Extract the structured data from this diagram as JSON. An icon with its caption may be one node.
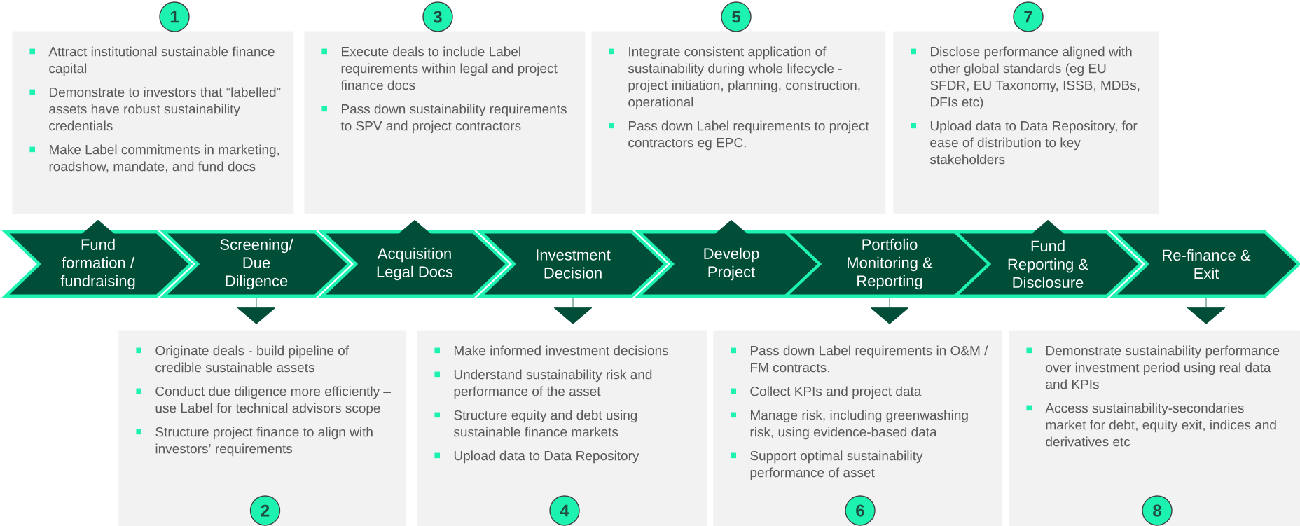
{
  "diagram": {
    "nodes": [
      {
        "text": [
          "1"
        ]
      },
      {
        "text": [
          "Attract institutional sustainable finance capital",
          "Demonstrate to investors that “labelled” assets have robust sustainability credentials",
          "Make Label commitments in marketing, roadshow, mandate, and fund docs"
        ]
      },
      {
        "text": [
          "3"
        ]
      },
      {
        "text": [
          "Execute deals to include Label requirements within legal and project finance docs",
          "Pass down sustainability requirements to SPV and project contractors"
        ]
      },
      {
        "text": [
          "5"
        ]
      },
      {
        "text": [
          "Integrate consistent application of sustainability during whole lifecycle - project initiation, planning, construction, operational",
          "Pass down Label requirements to project contractors eg EPC."
        ]
      },
      {
        "text": [
          "7"
        ]
      },
      {
        "text": [
          "Disclose performance aligned with other global standards (eg EU SFDR, EU Taxonomy, ISSB, MDBs, DFIs etc)",
          "Upload data to Data Repository, for ease of distribution to key stakeholders"
        ]
      },
      {
        "text": [
          "Fund formation / fundraising"
        ]
      },
      {
        "text": [
          "Screening/ Due Diligence"
        ]
      },
      {
        "text": [
          "Acquisition Legal Docs"
        ]
      },
      {
        "text": [
          "Investment Decision"
        ]
      },
      {
        "text": [
          "Develop Project"
        ]
      },
      {
        "text": [
          "Portfolio Monitoring & Reporting"
        ]
      },
      {
        "text": [
          "Fund Reporting & Disclosure"
        ]
      },
      {
        "text": [
          "Re-finance & Exit"
        ]
      },
      {
        "text": [
          "Originate deals - build pipeline of credible sustainable assets",
          "Conduct due diligence more efficiently – use Label for technical advisors scope",
          "Structure project finance to align with investors’ requirements"
        ]
      },
      {
        "text": [
          "2"
        ],
        "in": 16
      },
      {
        "text": [
          "Make informed investment decisions",
          "Understand sustainability risk and performance of the asset",
          "Structure equity and debt using sustainable finance markets",
          "Upload data to Data Repository"
        ]
      },
      {
        "text": [
          "4"
        ],
        "in": 18
      },
      {
        "text": [
          "Pass down Label requirements in O&M / FM contracts.",
          "Collect KPIs and project data",
          "Manage risk, including greenwashing risk, using evidence-based data",
          "Support optimal sustainability performance of asset"
        ]
      },
      {
        "text": [
          "6"
        ],
        "in": 20
      },
      {
        "text": [
          "Demonstrate sustainability performance over investment period using real data and KPIs",
          "Access sustainability-secondaries market for debt, equity exit, indices and derivatives etc"
        ]
      },
      {
        "text": [
          "8"
        ],
        "in": 22
      }
    ],
    "edges": [
      {
        "from": 8,
        "to": 1,
        "arrow": "to"
      },
      {
        "from": 9,
        "to": 16,
        "arrow": "to"
      },
      {
        "from": 10,
        "to": 3,
        "arrow": "to"
      },
      {
        "from": 11,
        "to": 18,
        "arrow": "to"
      },
      {
        "from": 12,
        "to": 5,
        "arrow": "to"
      },
      {
        "from": 13,
        "to": 20,
        "arrow": "to"
      },
      {
        "from": 14,
        "to": 7,
        "arrow": "to"
      },
      {
        "from": 15,
        "to": 22,
        "arrow": "to"
      }
    ]
  }
}
